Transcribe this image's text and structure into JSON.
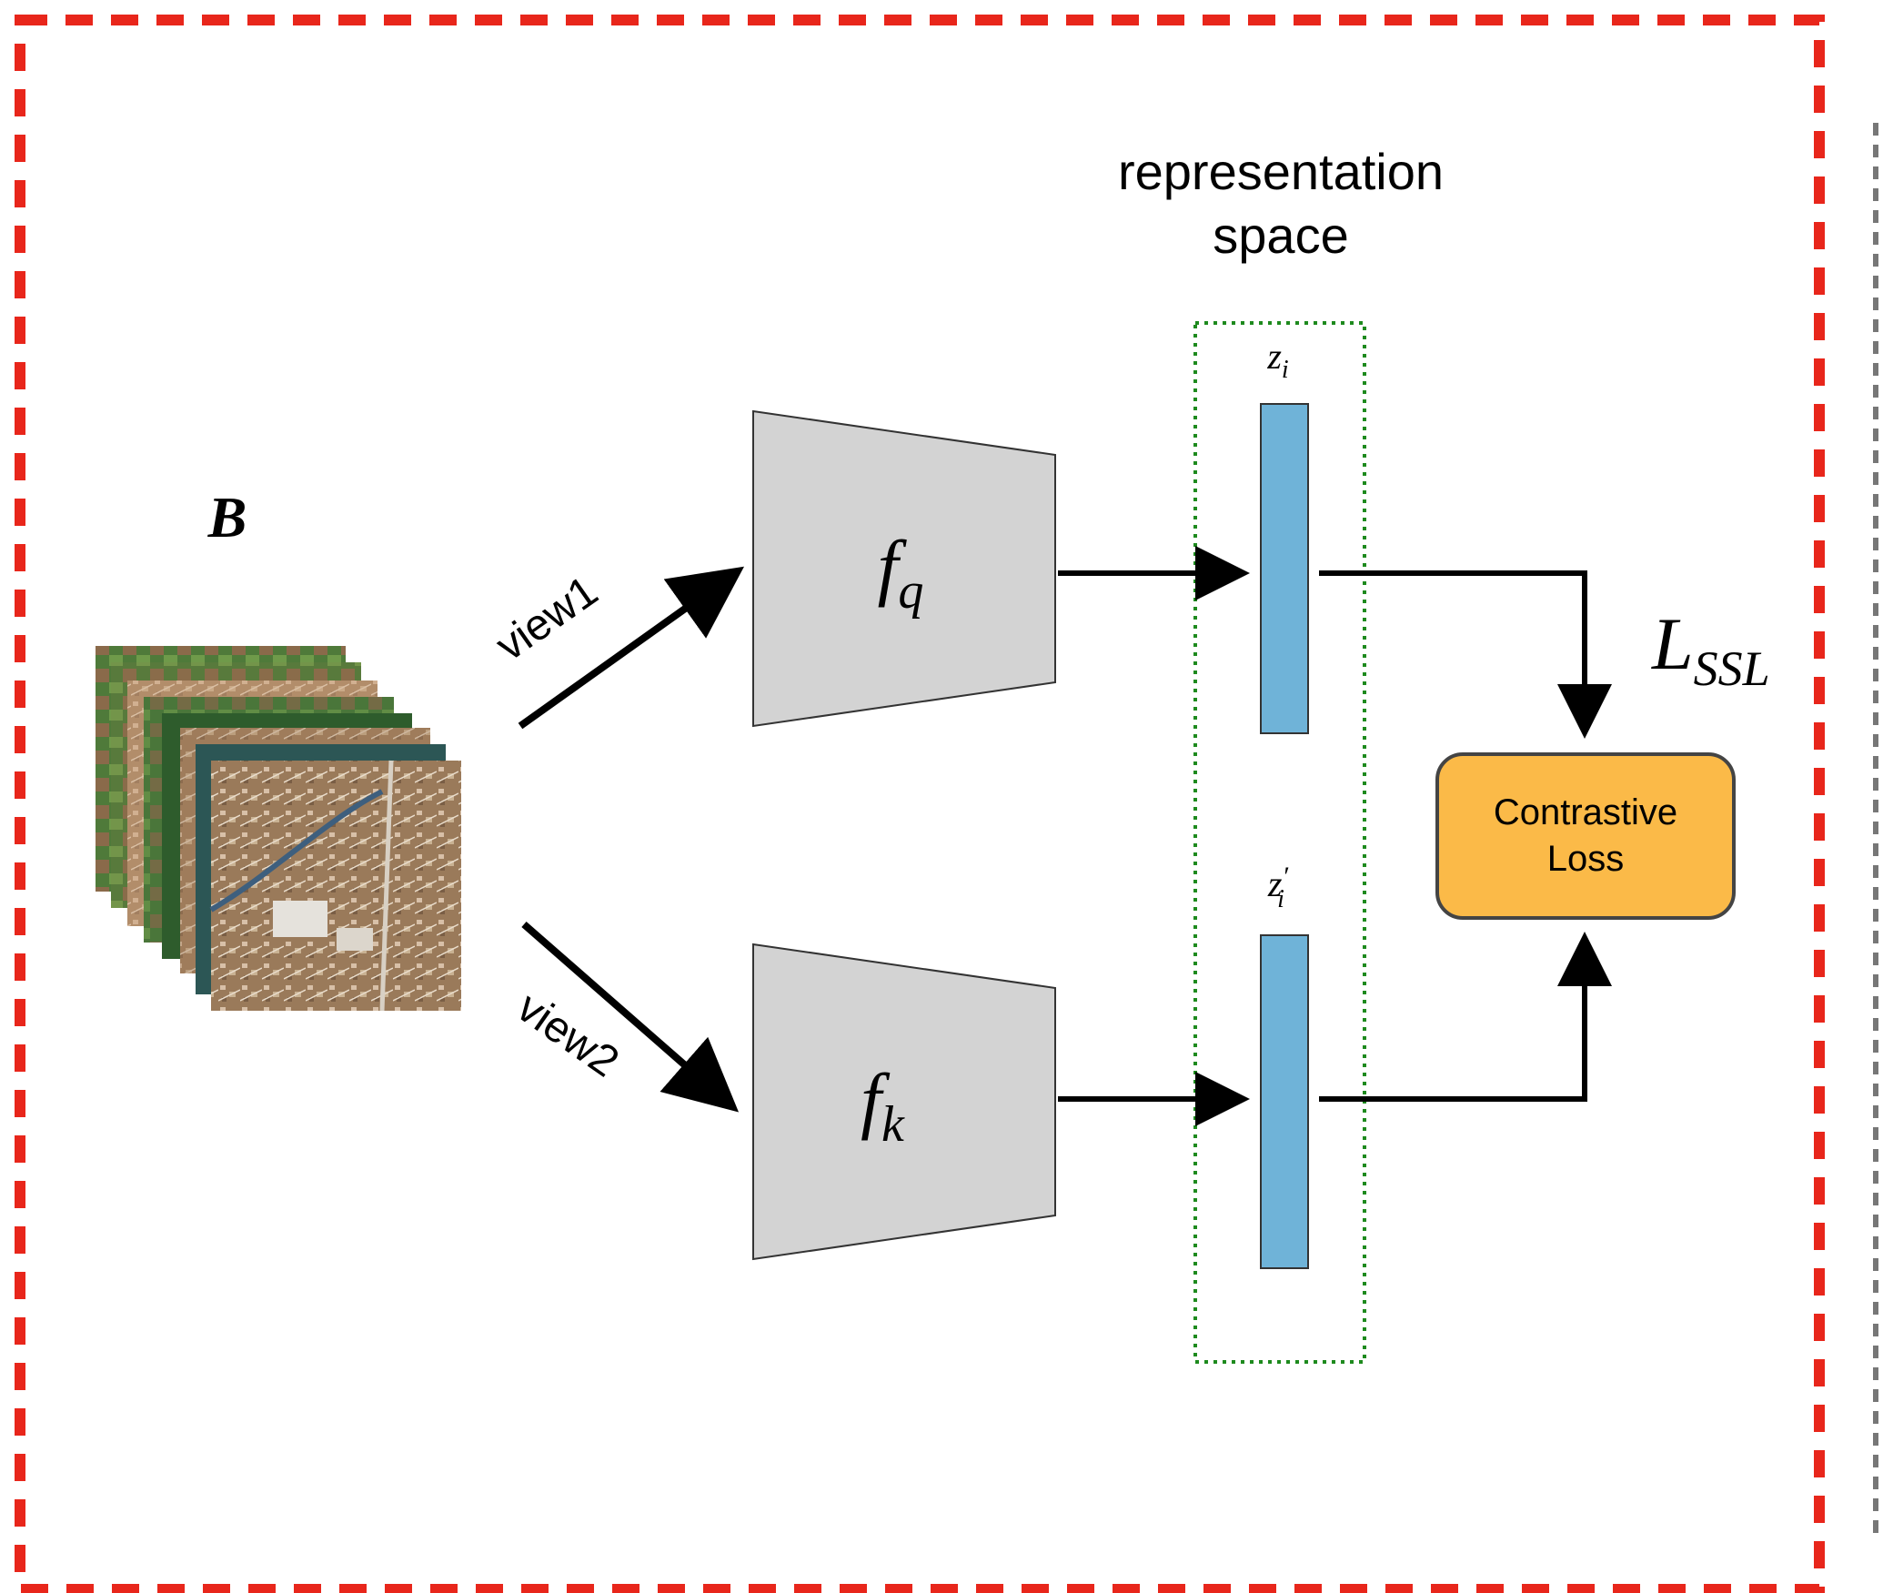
{
  "title": {
    "line1": "representation",
    "line2": "space"
  },
  "batch_label": "B",
  "views": {
    "view1": "view1",
    "view2": "view2"
  },
  "encoders": {
    "query": {
      "base": "f",
      "sub": "q"
    },
    "key": {
      "base": "f",
      "sub": "k"
    }
  },
  "embeddings": {
    "z": {
      "base": "z",
      "sub": "i"
    },
    "z_prime": {
      "base": "z",
      "prime": "′",
      "sub": "i"
    }
  },
  "loss": {
    "line1": "Contrastive",
    "line2": "Loss",
    "symbol_base": "L",
    "symbol_sub": "SSL"
  },
  "colors": {
    "outer_border": "#e8261b",
    "right_border": "#777777",
    "representation_box": "#1e8a1e",
    "encoder_fill": "#d3d3d3",
    "embedding_fill": "#6fb3d8",
    "loss_fill": "#fbba48",
    "arrow": "#000000"
  }
}
